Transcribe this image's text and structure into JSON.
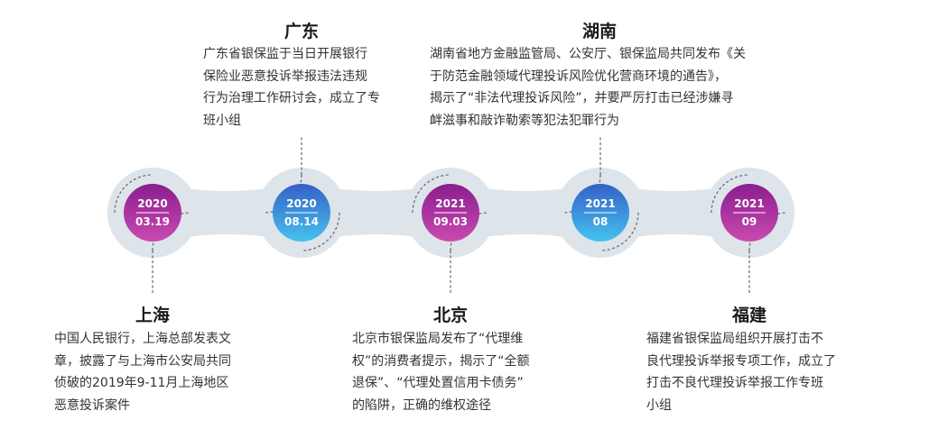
{
  "colors": {
    "track": "#dde4ea",
    "purple_top": "#8b1e8f",
    "purple_bottom": "#c94ab0",
    "blue_top": "#3560c8",
    "blue_bottom": "#46c2ee",
    "connector": "#666666"
  },
  "events": [
    {
      "year": "2020",
      "day": "03.19",
      "style": "purple",
      "place": "上海",
      "position": "below",
      "lines": [
        "中国人民银行，上海总部发表文",
        "章，披露了与上海市公安局共同",
        "侦破的2019年9-11月上海地区",
        "恶意投诉案件"
      ]
    },
    {
      "year": "2020",
      "day": "08.14",
      "style": "blue",
      "place": "广东",
      "position": "above",
      "lines": [
        "广东省银保监于当日开展银行",
        "保险业恶意投诉举报违法违规",
        "行为治理工作研讨会，成立了专",
        "班小组"
      ]
    },
    {
      "year": "2021",
      "day": "09.03",
      "style": "purple",
      "place": "北京",
      "position": "below",
      "lines": [
        "北京市银保监局发布了“代理维",
        "权”的消费者提示，揭示了“全额",
        "退保”、“代理处置信用卡债务”",
        "的陷阱，正确的维权途径"
      ]
    },
    {
      "year": "2021",
      "day": "08",
      "style": "blue",
      "place": "湖南",
      "position": "above",
      "lines": [
        "湖南省地方金融监管局、公安厅、银保监局共同发布《关",
        "于防范金融领域代理投诉风险优化营商环境的通告》，",
        "揭示了“非法代理投诉风险”，并要严厉打击已经涉嫌寻",
        "衅滋事和敲诈勒索等犯法犯罪行为"
      ]
    },
    {
      "year": "2021",
      "day": "09",
      "style": "purple",
      "place": "福建",
      "position": "below",
      "lines": [
        "福建省银保监局组织开展打击不",
        "良代理投诉举报专项工作，成立了",
        "打击不良代理投诉举报工作专班",
        "小组"
      ]
    }
  ]
}
